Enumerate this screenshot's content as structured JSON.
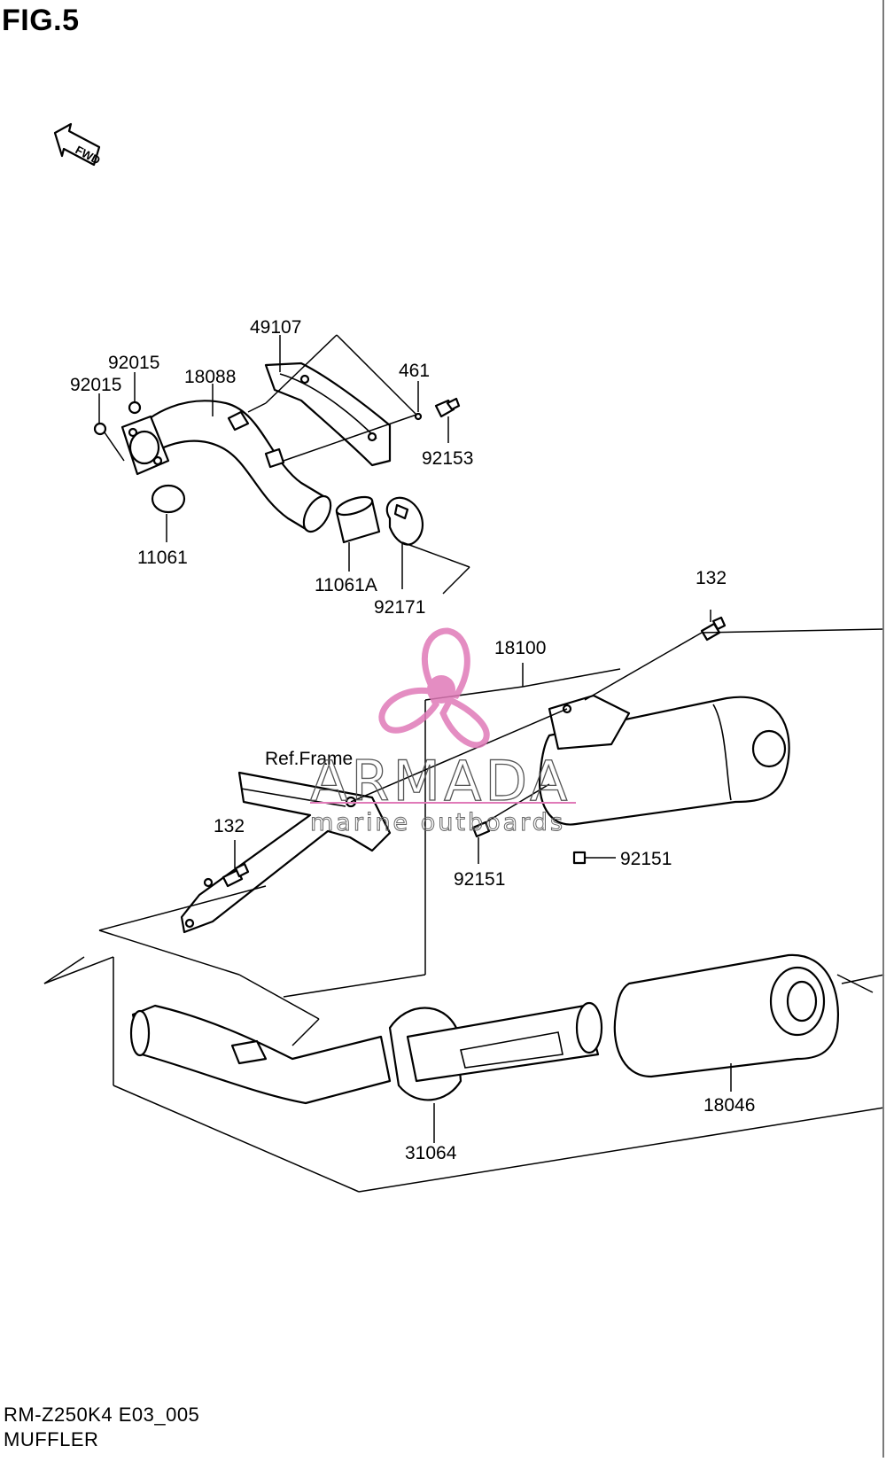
{
  "figure": {
    "title": "FIG.5"
  },
  "direction_badge": "FWD",
  "reference_label": "Ref.Frame",
  "parts": {
    "p49107": "49107",
    "p92015_a": "92015",
    "p92015_b": "92015",
    "p18088": "18088",
    "p461": "461",
    "p92153": "92153",
    "p11061": "11061",
    "p11061A": "11061A",
    "p92171": "92171",
    "p132_a": "132",
    "p18100": "18100",
    "p132_b": "132",
    "p92151_a": "92151",
    "p92151_b": "92151",
    "p18046": "18046",
    "p31064": "31064"
  },
  "watermark": {
    "brand": "ARMADA",
    "tagline": "marine outboards",
    "accent_color": "#e07ab8"
  },
  "caption": {
    "model": "RM-Z250K4 E03_005",
    "section": "MUFFLER"
  }
}
